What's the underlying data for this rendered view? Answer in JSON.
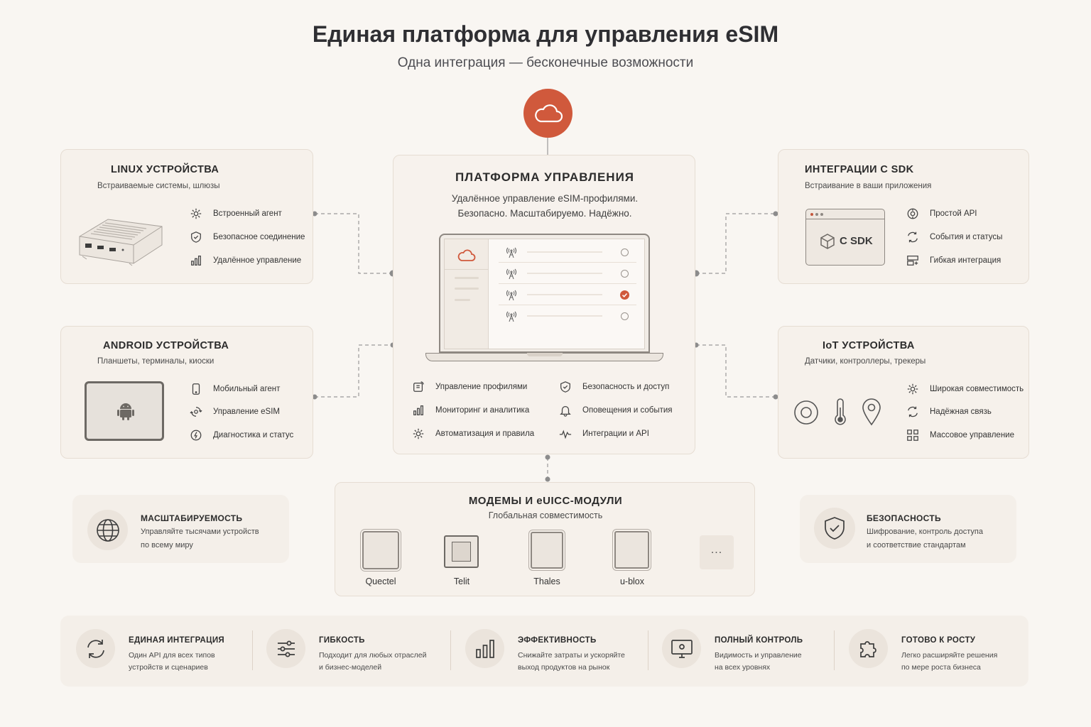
{
  "header": {
    "title": "Единая платформа для управления eSIM",
    "subtitle": "Одна интеграция — бесконечные возможности"
  },
  "platform": {
    "title": "ПЛАТФОРМА УПРАВЛЕНИЯ",
    "desc_line1": "Удалённое управление eSIM-профилями.",
    "desc_line2": "Безопасно. Масштабируемо. Надёжно.",
    "features": [
      {
        "icon": "profile-sync-icon",
        "label": "Управление профилями"
      },
      {
        "icon": "shield-icon",
        "label": "Безопасность и доступ"
      },
      {
        "icon": "bar-chart-icon",
        "label": "Мониторинг и аналитика"
      },
      {
        "icon": "bell-icon",
        "label": "Оповещения и события"
      },
      {
        "icon": "gear-icon",
        "label": "Автоматизация и правила"
      },
      {
        "icon": "pulse-icon",
        "label": "Интеграции и API"
      }
    ]
  },
  "linux": {
    "title": "LINUX УСТРОЙСТВА",
    "subtitle": "Встраиваемые системы, шлюзы",
    "features": [
      {
        "icon": "gear-icon",
        "label": "Встроенный агент"
      },
      {
        "icon": "shield-icon",
        "label": "Безопасное соединение"
      },
      {
        "icon": "bar-chart-icon",
        "label": "Удалённое управление"
      }
    ]
  },
  "android": {
    "title": "ANDROID УСТРОЙСТВА",
    "subtitle": "Планшеты, терминалы, киоски",
    "features": [
      {
        "icon": "phone-icon",
        "label": "Мобильный агент"
      },
      {
        "icon": "gear-sync-icon",
        "label": "Управление eSIM"
      },
      {
        "icon": "diagnostic-icon",
        "label": "Диагностика и статус"
      }
    ]
  },
  "sdk": {
    "title": "ИНТЕГРАЦИИ С SDK",
    "subtitle": "Встраивание в ваши приложения",
    "window_label": "C SDK",
    "features": [
      {
        "icon": "api-icon",
        "label": "Простой API"
      },
      {
        "icon": "events-icon",
        "label": "События и статусы"
      },
      {
        "icon": "integration-icon",
        "label": "Гибкая интеграция"
      }
    ]
  },
  "iot": {
    "title": "IoT УСТРОЙСТВА",
    "subtitle": "Датчики, контроллеры, трекеры",
    "features": [
      {
        "icon": "compat-icon",
        "label": "Широкая совместимость"
      },
      {
        "icon": "reliable-icon",
        "label": "Надёжная связь"
      },
      {
        "icon": "mass-icon",
        "label": "Массовое управление"
      }
    ]
  },
  "modems": {
    "title": "МОДЕМЫ И eUICC-МОДУЛИ",
    "subtitle": "Глобальная совместимость",
    "vendors": [
      "Quectel",
      "Telit",
      "Thales",
      "u-blox"
    ],
    "more": "..."
  },
  "scalability": {
    "title": "МАСШТАБИРУЕМОСТЬ",
    "line1": "Управляйте тысячами устройств",
    "line2": "по всему миру"
  },
  "security": {
    "title": "БЕЗОПАСНОСТЬ",
    "line1": "Шифрование, контроль доступа",
    "line2": "и соответствие стандартам"
  },
  "benefits": [
    {
      "icon": "refresh-icon",
      "title": "ЕДИНАЯ ИНТЕГРАЦИЯ",
      "line1": "Один API для всех типов",
      "line2": "устройств и сценариев"
    },
    {
      "icon": "sliders-icon",
      "title": "ГИБКОСТЬ",
      "line1": "Подходит для любых отраслей",
      "line2": "и бизнес-моделей"
    },
    {
      "icon": "bar-chart-icon",
      "title": "ЭФФЕКТИВНОСТЬ",
      "line1": "Снижайте затраты и ускоряйте",
      "line2": "выход продуктов на рынок"
    },
    {
      "icon": "monitor-icon",
      "title": "ПОЛНЫЙ КОНТРОЛЬ",
      "line1": "Видимость и управление",
      "line2": "на всех уровнях"
    },
    {
      "icon": "puzzle-icon",
      "title": "ГОТОВО К РОСТУ",
      "line1": "Легко расширяйте решения",
      "line2": "по мере роста бизнеса"
    }
  ],
  "colors": {
    "accent": "#d0593c",
    "background": "#f9f6f2",
    "card": "#f6f1eb",
    "border": "#e6ddd3",
    "text": "#2d2d2d"
  }
}
